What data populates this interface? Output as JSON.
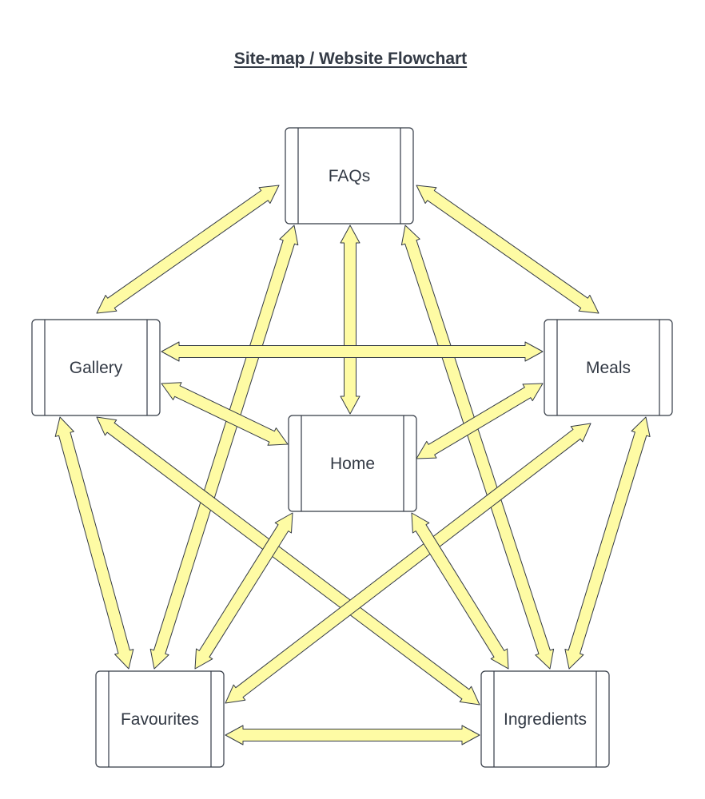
{
  "title": "Site-map / Website Flowchart",
  "colors": {
    "arrow_fill": "#fefba4",
    "stroke": "#333a45",
    "node_fill": "#ffffff"
  },
  "nodes": [
    {
      "id": "faqs",
      "label": "FAQs"
    },
    {
      "id": "gallery",
      "label": "Gallery"
    },
    {
      "id": "meals",
      "label": "Meals"
    },
    {
      "id": "home",
      "label": "Home"
    },
    {
      "id": "favourites",
      "label": "Favourites"
    },
    {
      "id": "ingredients",
      "label": "Ingredients"
    }
  ],
  "links": [
    {
      "from": "faqs",
      "to": "gallery",
      "bidirectional": true
    },
    {
      "from": "faqs",
      "to": "meals",
      "bidirectional": true
    },
    {
      "from": "faqs",
      "to": "home",
      "bidirectional": true
    },
    {
      "from": "faqs",
      "to": "favourites",
      "bidirectional": true
    },
    {
      "from": "faqs",
      "to": "ingredients",
      "bidirectional": true
    },
    {
      "from": "gallery",
      "to": "meals",
      "bidirectional": true
    },
    {
      "from": "gallery",
      "to": "home",
      "bidirectional": true
    },
    {
      "from": "gallery",
      "to": "favourites",
      "bidirectional": true
    },
    {
      "from": "gallery",
      "to": "ingredients",
      "bidirectional": true
    },
    {
      "from": "meals",
      "to": "home",
      "bidirectional": true
    },
    {
      "from": "meals",
      "to": "favourites",
      "bidirectional": true
    },
    {
      "from": "meals",
      "to": "ingredients",
      "bidirectional": true
    },
    {
      "from": "home",
      "to": "favourites",
      "bidirectional": true
    },
    {
      "from": "home",
      "to": "ingredients",
      "bidirectional": true
    },
    {
      "from": "favourites",
      "to": "ingredients",
      "bidirectional": true
    }
  ]
}
